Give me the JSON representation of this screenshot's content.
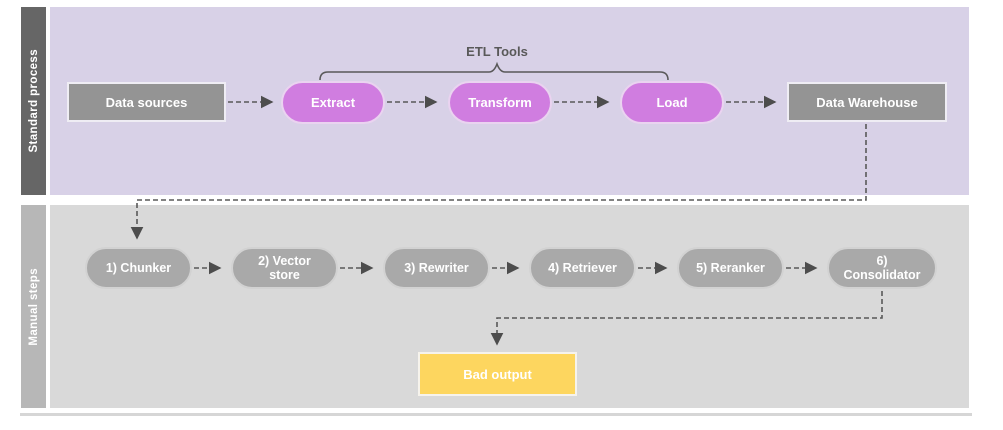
{
  "diagram": {
    "lanes": {
      "standard": {
        "label": "Standard process"
      },
      "manual": {
        "label": "Manual steps"
      }
    },
    "etl_group_label": "ETL Tools",
    "nodes": {
      "data_sources": "Data sources",
      "extract": "Extract",
      "transform": "Transform",
      "load": "Load",
      "data_warehouse": "Data Warehouse",
      "step1": "1) Chunker",
      "step2": "2) Vector store",
      "step3": "3) Rewriter",
      "step4": "4) Retriever",
      "step5": "5) Reranker",
      "step6": "6) Consolidator",
      "bad_output": "Bad output"
    },
    "colors": {
      "lane_standard_bg": "#d8d1e7",
      "lane_standard_tab": "#666666",
      "lane_manual_bg": "#d9d9d9",
      "lane_manual_tab": "#b7b7b7",
      "etl_pill_fill": "#d07de0",
      "gray_box_fill": "#949494",
      "manual_pill_fill": "#a9a9a9",
      "bad_output_fill": "#fdd65f",
      "connector_color": "#595959"
    }
  }
}
